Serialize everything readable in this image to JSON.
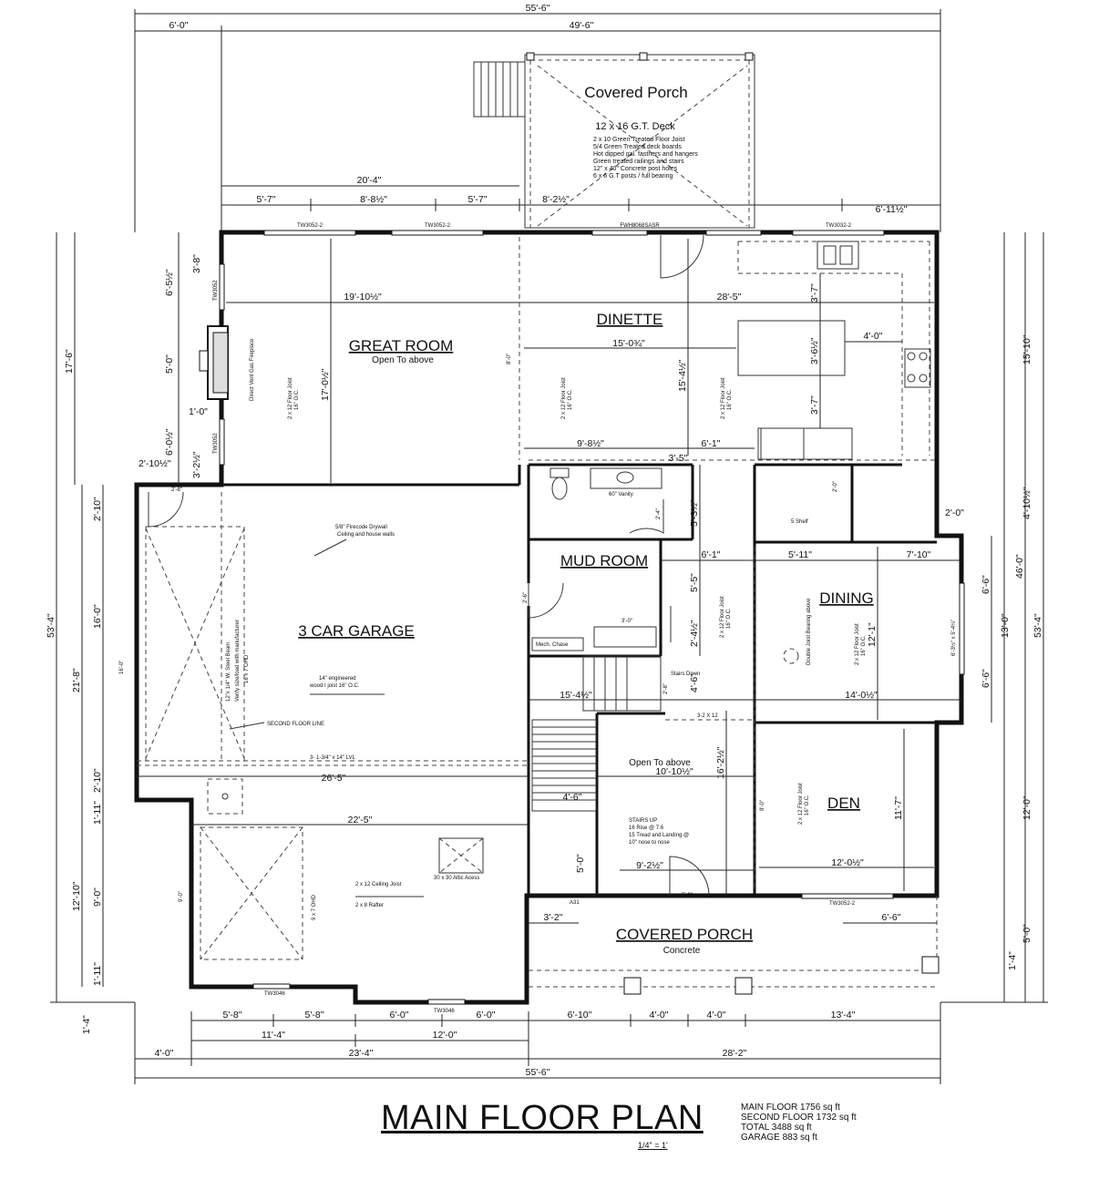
{
  "title": "MAIN FLOOR PLAN",
  "scale": "1/4\" = 1'",
  "areas": [
    "MAIN FLOOR 1756 sq ft",
    "SECOND FLOOR 1732 sq ft",
    "TOTAL 3488 sq ft",
    "GARAGE 883 sq ft"
  ],
  "rooms": {
    "covered_porch_rear": "Covered Porch",
    "deck": "12 x 16 G.T. Deck",
    "deck_notes": [
      "2 x 10 Green Treated Floor Joist",
      "5/4 Green Treated deck boards",
      "Hot dipped gal. fastners and hangers",
      "Green treated railings and stairs",
      "12\" x 40\" Concrete post holes",
      "6 x 6 G.T posts / full bearing"
    ],
    "great_room": "GREAT ROOM",
    "great_room_sub": "Open To above",
    "dinette": "DINETTE",
    "mud_room": "MUD ROOM",
    "dining": "DINING",
    "garage": "3 CAR GARAGE",
    "den": "DEN",
    "open_above": "Open To above",
    "covered_porch_front": "COVERED PORCH",
    "covered_porch_front_sub": "Concrete"
  },
  "notes": {
    "fireplace": "Direct Vent Gas Fireplace",
    "joist_2x12": "2 x 12 Floor Joist",
    "oc16": "16\" O.C.",
    "drywall1": "5/8\" Firecode Drywall",
    "drywall2": "Ceiling and house walls",
    "beam1": "12\"x 1/4\" W. Steel Beam",
    "beam2": "Verify size/load with manufacturer",
    "ohd16": "16 x 7 OHD",
    "ohd9": "9 x 7 OHD",
    "ijoist1": "14\" engineered",
    "ijoist2": "wood I joist 16\" O.C.",
    "second_floor_line": "SECOND FLOOR LINE",
    "lvl": "3- 1-3/4\" x 14\" LVL",
    "ceiling_joist": "2 x 12 Ceiling Joist",
    "rafter": "2 x 8 Rafter",
    "attic": "30 x 30 Attic Acess",
    "vanity": "60\" Vanity",
    "shelf": "5 Shelf",
    "mech": "Mech. Chase",
    "stairs_down": "Stairs Down",
    "stairs_up": [
      "STAIRS UP",
      "16 Rise @ 7.6",
      "15 Tread and Landing @",
      "10\" nose to nose"
    ],
    "beam_2x12": "3-2 X 12",
    "double_joist": "Double Joist Bearing above",
    "window_dining": "6'-3½\" x 5'-4¼\""
  },
  "windows": {
    "w1": "TW3052-2",
    "w2": "TW3052-2",
    "w3": "FWH8068SASR",
    "w4": "TW3032-2",
    "w5": "TW3052",
    "w6": "TW3052",
    "w7": "TW3046",
    "w8": "TW3046",
    "w9": "TW3052-2",
    "w10": "A31"
  },
  "dims": {
    "top_total": "55'-6\"",
    "top_left": "6'-0\"",
    "top_right": "49'-6\"",
    "deck_w": "20'-4\"",
    "d1": "5'-7\"",
    "d2": "8'-8½\"",
    "d3": "5'-7\"",
    "d4": "8'-2½\"",
    "d5": "6'-11½\"",
    "gr_w": "19'-10½\"",
    "gr_h": "17'-0½\"",
    "din_w": "28'-5\"",
    "din_15": "15'-0¾\"",
    "din_h": "15'-4½\"",
    "isl_w": "4'-0\"",
    "k1": "3'-7\"",
    "k2": "3'-6½\"",
    "k3": "3'-7\"",
    "d_98": "9'-8½\"",
    "d_61": "6'-1\"",
    "d_35": "3'-5\"",
    "l1": "3'-8\"",
    "l2": "6'-5½\"",
    "l3": "5'-0\"",
    "l4": "1'-0\"",
    "l5": "6'-0½\"",
    "l6": "3'-2½\"",
    "l7": "2'-10½\"",
    "l8": "2'-10\"",
    "l9": "16'-0\"",
    "l10": "21'-8\"",
    "l11": "2'-10\"",
    "l12": "1'-11\"",
    "l13": "9'-0\"",
    "l14": "12'-10\"",
    "l15": "1'-11\"",
    "l16": "17'-6\"",
    "l17": "53'-4\"",
    "l18": "1'-4\"",
    "r1": "15'-10\"",
    "r2": "4'-10½\"",
    "r3": "2'-0\"",
    "r4": "6'-6\"",
    "r5": "13'-0\"",
    "r6": "6'-6\"",
    "r7": "46'-0\"",
    "r8": "53'-4\"",
    "r9": "12'-0\"",
    "r10": "5'-0\"",
    "r11": "1'-4\"",
    "m1": "6'-1\"",
    "m2": "5'-11\"",
    "m3": "7'-10\"",
    "m4": "5'-3½\"",
    "m5": "5'-5\"",
    "m6": "2'-4½\"",
    "m7": "4'-6\"",
    "dining_h": "12'-1\"",
    "dining_w": "14'-0½\"",
    "stair_w": "15'-4½\"",
    "s162": "16'-2½\"",
    "gar_w": "26'-5\"",
    "gar_w2": "22'-5\"",
    "den_10": "10'-10½\"",
    "den_h": "11'-7\"",
    "den_w": "12'-0½\"",
    "p1": "4'-6\"",
    "p2": "9'-2½\"",
    "p3": "5'-0\"",
    "p4": "3'-2\"",
    "p5": "6'-6\"",
    "b1": "5'-8\"",
    "b2": "5'-8\"",
    "b3": "6'-0\"",
    "b4": "6'-0\"",
    "b5": "6'-10\"",
    "b6": "4'-0\"",
    "b7": "4'-0\"",
    "b8": "13'-4\"",
    "c1": "11'-4\"",
    "c2": "12'-0\"",
    "e1": "4'-0\"",
    "e2": "23'-4\"",
    "e3": "28'-2\"",
    "bottom_total": "55'-6\"",
    "g16": "16'-0\"",
    "g9": "9'-0\"",
    "x28": "2'-8\"",
    "x24": "2'-4\"",
    "x30": "3'-0\"",
    "x20": "2'-0\"",
    "x50": "5'-0\"",
    "x26": "2'-6\"",
    "x28b": "2'-8\"",
    "x80": "8'-0\"",
    "x86": "8'-0\""
  }
}
